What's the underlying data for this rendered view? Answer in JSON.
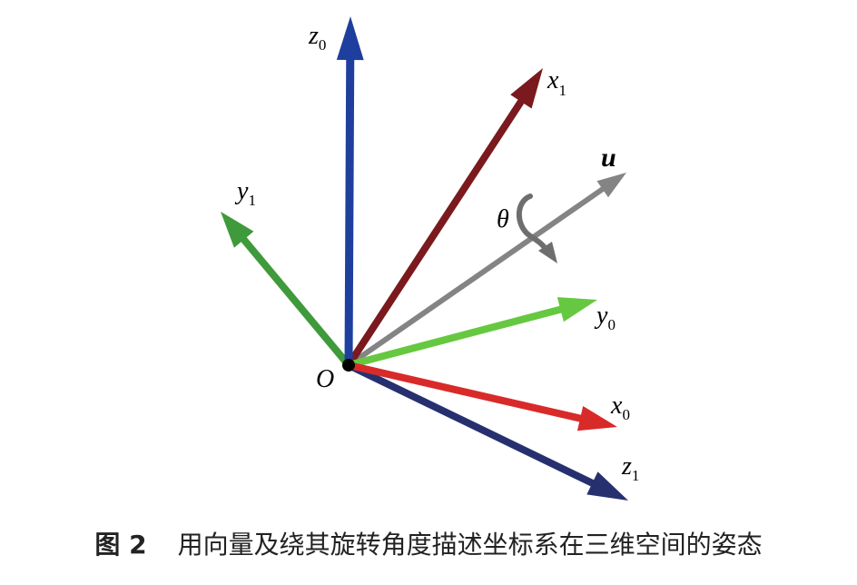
{
  "figure": {
    "origin_label": "O",
    "axes": [
      {
        "id": "z0",
        "letter": "z",
        "subscript": "0",
        "color": "#1f3f9e"
      },
      {
        "id": "x1",
        "letter": "x",
        "subscript": "1",
        "color": "#7a1a1e"
      },
      {
        "id": "y1",
        "letter": "y",
        "subscript": "1",
        "color": "#3e9a3a"
      },
      {
        "id": "y0",
        "letter": "y",
        "subscript": "0",
        "color": "#66c840"
      },
      {
        "id": "x0",
        "letter": "x",
        "subscript": "0",
        "color": "#d92a2a"
      },
      {
        "id": "z1",
        "letter": "z",
        "subscript": "1",
        "color": "#27306f"
      }
    ],
    "rotation_axis": {
      "label": "u",
      "color": "#848484"
    },
    "rotation_angle": {
      "label": "θ",
      "color": "#6e6e6e"
    }
  },
  "caption": {
    "figure_number": "图 2",
    "text": "用向量及绕其旋转角度描述坐标系在三维空间的姿态"
  }
}
